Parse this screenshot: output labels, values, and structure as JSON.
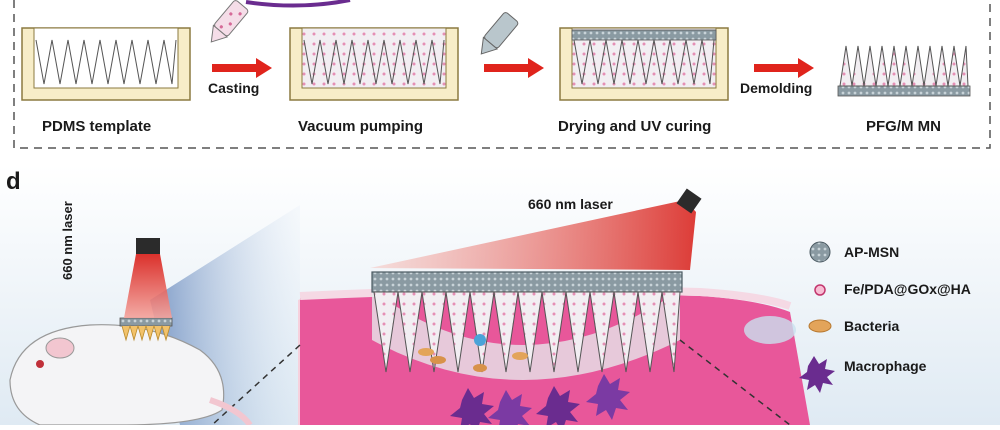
{
  "fabrication": {
    "steps": [
      "PDMS template",
      "Vacuum pumping",
      "Drying and UV curing",
      "PFG/M MN"
    ],
    "arrows": [
      "Casting",
      "Demolding"
    ]
  },
  "panel_d": {
    "panel_letter": "d",
    "laser_top": "660 nm laser",
    "laser_side": "660 nm laser",
    "legend": [
      {
        "label": "AP-MSN",
        "icon": "ap-msn-particle"
      },
      {
        "label": "Fe/PDA@GOx@HA",
        "icon": "pink-nanoparticle"
      },
      {
        "label": "Bacteria",
        "icon": "bacteria"
      },
      {
        "label": "Macrophage",
        "icon": "macrophage"
      }
    ]
  },
  "colors": {
    "template_fill": "#f7edc8",
    "panel_bg": "#e9f1f7",
    "tissue_pink": "#e8579a",
    "laser_red": "#e0241c",
    "macrophage_purple": "#6a2c8f"
  }
}
